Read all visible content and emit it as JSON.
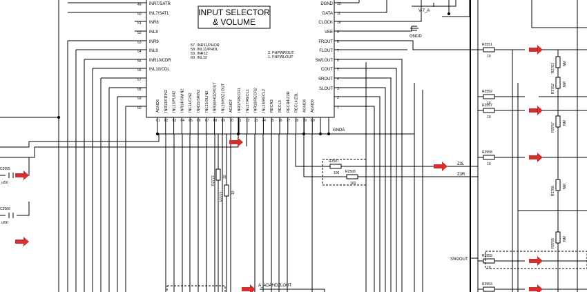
{
  "title": {
    "line1": "INPUT SELECTOR",
    "line2": "& VOLUME"
  },
  "left_pins": [
    {
      "num": "49",
      "label": "INR7/SATR"
    },
    {
      "num": "50",
      "label": "INL7/SATL"
    },
    {
      "num": "51",
      "label": "INR8"
    },
    {
      "num": "52",
      "label": "INL8"
    },
    {
      "num": "53",
      "label": "INR9"
    },
    {
      "num": "54",
      "label": "INL9"
    },
    {
      "num": "55",
      "label": "INR10/CDR"
    },
    {
      "num": "56",
      "label": "INL10/CDL"
    },
    {
      "num": "57",
      "label": ""
    },
    {
      "num": "58",
      "label": ""
    },
    {
      "num": "59",
      "label": ""
    },
    {
      "num": "60",
      "label": ""
    }
  ],
  "inner_pins_a": [
    "57.   INR11/PHOR",
    "58.   INL11/PHOL",
    "59.   INR12",
    "60.   INL12"
  ],
  "inner_pins_b": [
    "2.   FHFWROUT",
    "1.   FHFWLOUT"
  ],
  "right_pins": [
    {
      "num": "12",
      "label": "DGND"
    },
    {
      "num": "11",
      "label": "DATA"
    },
    {
      "num": "10",
      "label": "CLOCK"
    },
    {
      "num": "9",
      "label": "VEE"
    },
    {
      "num": "8",
      "label": "FROUT"
    },
    {
      "num": "7",
      "label": "FLOUT"
    },
    {
      "num": "6",
      "label": "SW1OUT"
    },
    {
      "num": "5",
      "label": "COUT"
    },
    {
      "num": "4",
      "label": "SROUT"
    },
    {
      "num": "3",
      "label": "SLOUT"
    },
    {
      "num": "2",
      "label": ""
    },
    {
      "num": "1",
      "label": ""
    }
  ],
  "bottom_pins": [
    {
      "num": "61",
      "label": "AGND6"
    },
    {
      "num": "62",
      "label": "INR13/FRIN2"
    },
    {
      "num": "63",
      "label": "INL13/FLIN2"
    },
    {
      "num": "64",
      "label": "INR14/SWIN2"
    },
    {
      "num": "65",
      "label": "INL14/CIN2"
    },
    {
      "num": "66",
      "label": "INR15/SRIN2"
    },
    {
      "num": "67",
      "label": "INL15/SLIN2"
    },
    {
      "num": "68",
      "label": "INR16/HDZROUT"
    },
    {
      "num": "69",
      "label": "INL16/HDZLOUT"
    },
    {
      "num": "70",
      "label": "AGND7"
    },
    {
      "num": "71",
      "label": "INR17/RECR1"
    },
    {
      "num": "72",
      "label": "INL17/RECL1"
    },
    {
      "num": "73",
      "label": "INR18/RECR2"
    },
    {
      "num": "74",
      "label": "INL18/RECL2"
    },
    {
      "num": "75",
      "label": "RECR3"
    },
    {
      "num": "76",
      "label": "RECL3"
    },
    {
      "num": "77",
      "label": "RECR4/Z3R"
    },
    {
      "num": "78",
      "label": "RECL4/Z3L"
    },
    {
      "num": "79",
      "label": "AGND8"
    },
    {
      "num": "80",
      "label": "AGND9"
    }
  ],
  "nets": {
    "gnda": "GNDA",
    "gndd": "GNDD",
    "v7a": "V-7_A",
    "z3l": "Z3L",
    "z3r": "Z3R",
    "sw2out": "SW2OUT",
    "a_adah": "A_ADAHDZLOUT"
  },
  "resistors": [
    {
      "ref": "R2551",
      "value": "10"
    },
    {
      "ref": "R2552",
      "value": "10"
    },
    {
      "ref": "R2557",
      "value": "10"
    },
    {
      "ref": "R2558",
      "value": "10"
    },
    {
      "ref": "R2559",
      "value": "10"
    },
    {
      "ref": "R2553",
      "value": "10"
    },
    {
      "ref": "R2507",
      "value": "100"
    },
    {
      "ref": "R2508",
      "value": "100"
    },
    {
      "ref": "R2772",
      "value": "10"
    },
    {
      "ref": "R2771",
      "value": "10"
    },
    {
      "ref": "R2761",
      "value": "NM"
    },
    {
      "ref": "R2762",
      "value": "NM"
    },
    {
      "ref": "R2767",
      "value": "NM"
    },
    {
      "ref": "R2768",
      "value": "NM"
    },
    {
      "ref": "R2765",
      "value": "NM"
    }
  ],
  "capacitors": [
    {
      "ref": "C2565",
      "value": "u/50"
    },
    {
      "ref": "C2566",
      "value": "u/50"
    }
  ],
  "colors": {
    "wire": "#000000",
    "arrow": "#d32f2f",
    "background": "#ffffff"
  }
}
